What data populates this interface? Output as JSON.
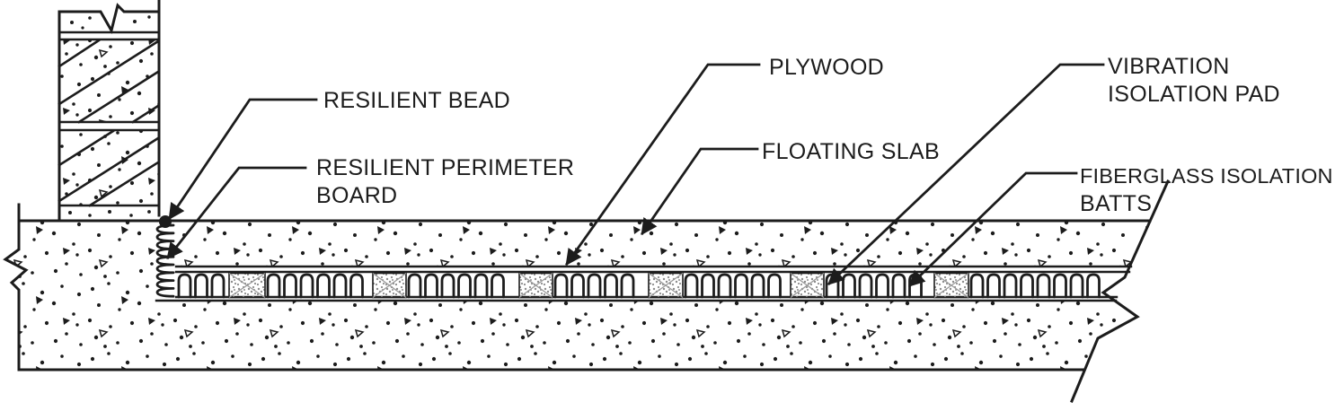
{
  "diagram": {
    "labels": {
      "resilient_bead": "RESILIENT BEAD",
      "resilient_perimeter_board": {
        "line1": "RESILIENT PERIMETER",
        "line2": "BOARD"
      },
      "plywood": "PLYWOOD",
      "floating_slab": "FLOATING SLAB",
      "vibration_isolation_pad": {
        "line1": "VIBRATION",
        "line2": "ISOLATION PAD"
      },
      "fiberglass_isolation_batts": {
        "line1": "FIBERGLASS ISOLATION",
        "line2": "BATTS"
      }
    },
    "colors": {
      "ink": "#1c1c1c",
      "paper": "#ffffff",
      "pad_speckle": "#8c8c8c"
    }
  }
}
